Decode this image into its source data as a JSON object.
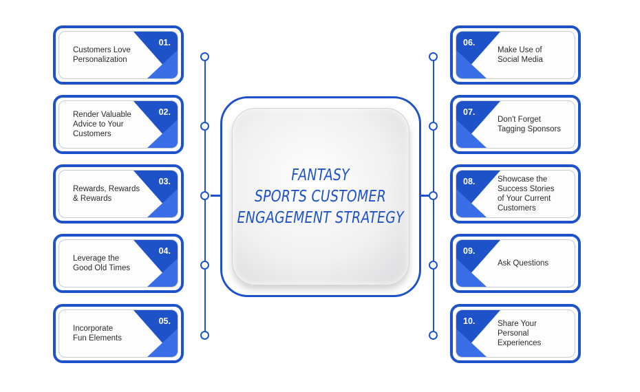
{
  "title_lines": [
    "FANTASY",
    "SPORTS CUSTOMER",
    "ENGAGEMENT STRATEGY"
  ],
  "colors": {
    "accent": "#1e52c8",
    "accent_light": "#3a6ee6",
    "card_border": "#1e52c8"
  },
  "left_items": [
    {
      "number": "01.",
      "text": "Customers Love\nPersonalization"
    },
    {
      "number": "02.",
      "text": "Render Valuable\nAdvice to Your\nCustomers"
    },
    {
      "number": "03.",
      "text": "Rewards, Rewards\n& Rewards"
    },
    {
      "number": "04.",
      "text": "Leverage the\nGood Old Times"
    },
    {
      "number": "05.",
      "text": "Incorporate\nFun Elements"
    }
  ],
  "right_items": [
    {
      "number": "06.",
      "text": "Make Use of\nSocial Media"
    },
    {
      "number": "07.",
      "text": "Don't Forget\nTagging Sponsors"
    },
    {
      "number": "08.",
      "text": "Showcase the\nSuccess Stories\nof Your Current\nCustomers"
    },
    {
      "number": "09.",
      "text": "Ask Questions"
    },
    {
      "number": "10.",
      "text": "Share Your Personal\nExperiences"
    }
  ]
}
